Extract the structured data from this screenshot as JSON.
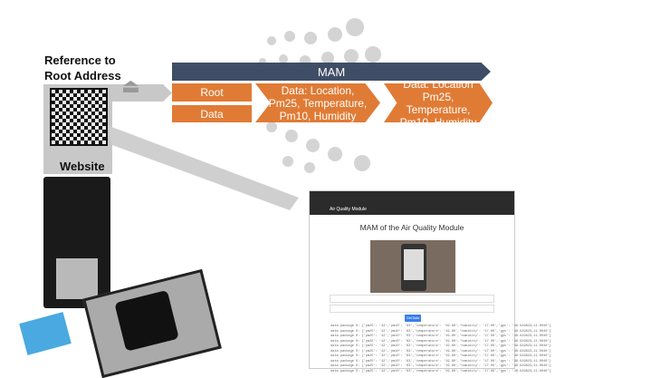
{
  "left": {
    "reference_label": "Reference to\nRoot Address",
    "website_label": "Website"
  },
  "mam": {
    "title": "MAM",
    "root_label": "Root",
    "data_label": "Data",
    "message1": "Data: Location, Pm25, Temperature, Pm10, Humidity",
    "message2": "Data: Location Pm25, Temperature, Pm10, Humidity"
  },
  "browser": {
    "app_title": "Air Quality Module",
    "page_title": "MAM of the Air Quality Module",
    "button_label": "Get Data",
    "data_line": "data package 0: {'pm25': '42','pm10': '63','temperature': '19.80','humidity': '17.00','gps': '48.919823,11.0040'}"
  },
  "colors": {
    "navy": "#3f4d66",
    "orange": "#e07b35",
    "gray": "#c8c8c8",
    "button": "#3b7ded"
  },
  "icons": [
    "qr-code-icon",
    "iota-logo-icon",
    "eject-icon"
  ]
}
